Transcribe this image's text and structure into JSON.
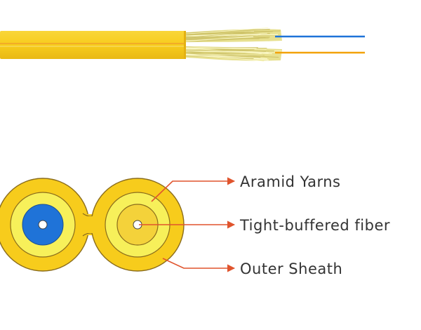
{
  "colors": {
    "sheath": "#f7cc1c",
    "sheath_edge": "#e4b112",
    "sheath_stripe": "#f0a12a",
    "yarn": "#e7e08f",
    "yarn_light": "#fbf8c8",
    "inner_ring": "#f7f05a",
    "outline": "#8a6c1c",
    "fiber_blue": "#1f73d8",
    "fiber_orange": "#f2a20a",
    "arrow": "#e0542d",
    "text": "#333333"
  },
  "diagram": {
    "cable_side_view": {
      "fibers": [
        "blue",
        "orange"
      ]
    },
    "cross_section": {
      "units": [
        "left-buffer-blue",
        "right-buffer-yellow"
      ]
    },
    "callouts": [
      {
        "id": "aramid-yarns",
        "label": "Aramid Yarns",
        "target": "yarn-ring"
      },
      {
        "id": "tight-buffered-fiber",
        "label": "Tight-buffered fiber",
        "target": "fiber-core"
      },
      {
        "id": "outer-sheath",
        "label": "Outer Sheath",
        "target": "outer-sheath"
      }
    ]
  }
}
